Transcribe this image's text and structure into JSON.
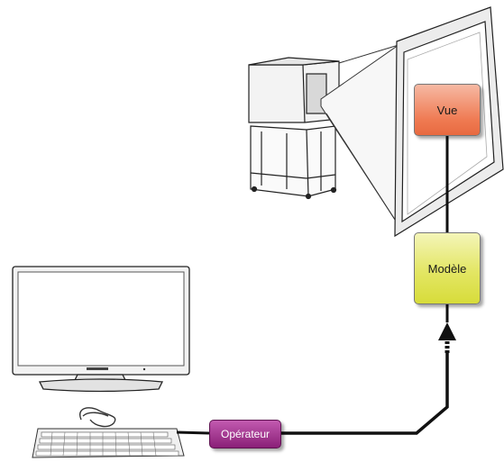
{
  "diagram": {
    "nodes": {
      "vue": {
        "label": "Vue",
        "color": "#ef7a52"
      },
      "modele": {
        "label": "Modèle",
        "color": "#e3e664"
      },
      "operateur": {
        "label": "Opérateur",
        "color": "#8a1f77"
      }
    },
    "edges": [
      {
        "from": "operateur",
        "to": "modele",
        "style": "arrow"
      },
      {
        "from": "modele",
        "to": "vue",
        "style": "line"
      },
      {
        "from": "keyboard",
        "to": "operateur",
        "style": "line"
      }
    ],
    "illustrations": [
      "projector",
      "projection-screen",
      "monitor",
      "keyboard",
      "mouse"
    ]
  }
}
